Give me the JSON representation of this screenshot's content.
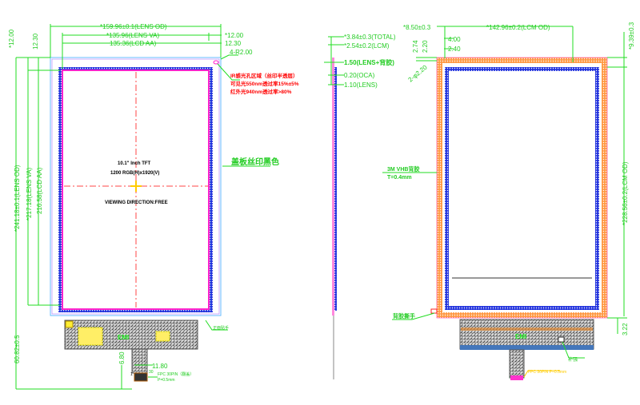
{
  "front_view": {
    "dims_top": [
      "*159.96±0.1(LENS OD)",
      "*135.96(LENS VA)",
      "135.36(LCD AA)"
    ],
    "dims_right": [
      "*12.00",
      "12.30",
      "4-R2.00"
    ],
    "dims_left_top": [
      "*12.00",
      "12.30"
    ],
    "dims_left": [
      "*241.18±0.1(LENS OD)",
      "*217.18(LENS VA)",
      "216.58(LCD AA)",
      "60.82±0.5"
    ],
    "ir_note": [
      "IR感光孔区域（丝印半透层）",
      "可见光550nm透过率15%±5%",
      "红外光940nm透过率>80%"
    ],
    "panel_label": [
      "10.1\" Inch TFT",
      "1200 RGB(H)x1920(V)",
      "VIEWING DIRECTION:FREE"
    ],
    "cover_note": "盖板丝印黑色",
    "fpc_label": "EMI",
    "fpc_dims": [
      "6.80",
      "11.80"
    ],
    "connector_note": [
      "FPC 30PIN（翻盖）",
      "P=0.5mm"
    ],
    "pin_labels": [
      "1",
      "30"
    ],
    "side_note": "正面贴手"
  },
  "side_view": {
    "dims": [
      "*3.84±0.3(TOTAL)",
      "*2.54±0.2(LCM)",
      "1.50(LENS+背胶)",
      "0.20(OCA)",
      "1.10(LENS)"
    ]
  },
  "back_view": {
    "dims_top": [
      "*8.50±0.3",
      "*142.96±0.2(LCM OD)",
      "4.00",
      "2.40",
      "2.74",
      "2.20",
      "2-φ2.20"
    ],
    "dims_right": [
      "*9.39±0.3",
      "*228.56±0.2(LCM OD)",
      "3.22"
    ],
    "tape_note": [
      "3M VHB背胶",
      "T=0.4mm"
    ],
    "pull_tab_note": "背胶撕手",
    "fpc_label": "EMI",
    "component_note": "补强",
    "connector_note": "FPC 30PIN P=0.5mm"
  },
  "colors": {
    "dimension": "#22dd22",
    "frame": "#ff8833",
    "aa_border": "#2233dd",
    "lcd_edge": "#ff22cc",
    "lens": "#66bbff",
    "center": "#ff4444"
  }
}
